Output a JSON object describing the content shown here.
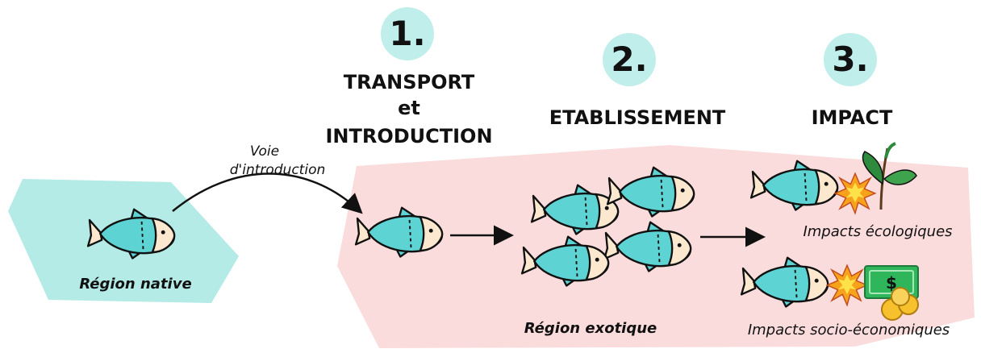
{
  "steps": [
    {
      "number": "1.",
      "title_lines": [
        "TRANSPORT",
        "et",
        "INTRODUCTION"
      ]
    },
    {
      "number": "2.",
      "title_lines": [
        "ETABLISSEMENT"
      ]
    },
    {
      "number": "3.",
      "title_lines": [
        "IMPACT"
      ]
    }
  ],
  "pathway_label_lines": [
    "Voie",
    "d'introduction"
  ],
  "regions": {
    "native": "Région native",
    "exotic": "Région exotique"
  },
  "impacts": {
    "ecological": "Impacts écologiques",
    "socioeconomic": "Impacts socio-économiques"
  },
  "colors": {
    "badge": "#bfeeeb",
    "native_region": "#b4ebe6",
    "exotic_region": "#fadcdc",
    "fish_body": "#5ed3d3",
    "fish_face": "#fbe8cf",
    "burst": "#f7a21b",
    "money": "#2fb65a",
    "coin": "#f6c12c",
    "leaf": "#2e8b3e"
  },
  "icons": [
    "fish-icon",
    "burst-icon",
    "plant-icon",
    "banknote-icon",
    "coins-icon"
  ]
}
